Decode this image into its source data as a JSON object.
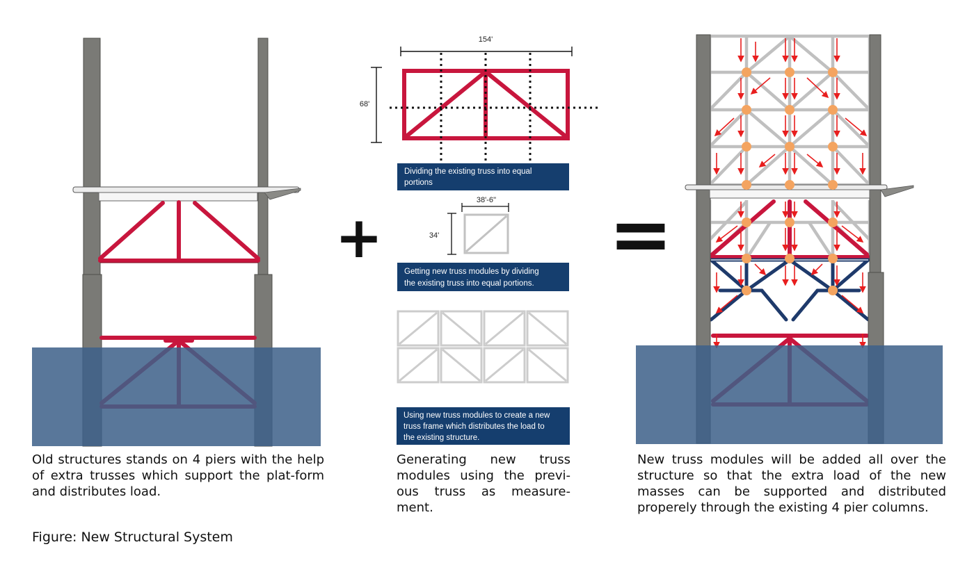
{
  "figure_title": "Figure: New Structural System",
  "captions": {
    "left": "Old structures stands on 4 piers with the help of extra trusses which support the plat-form and distributes load.",
    "middle": "Generating new truss modules using the previ-ous truss as measure-ment.",
    "right": "New truss modules will be added all over the structure so that the extra load of the new masses can be supported and distributed properely through the existing 4 pier columns."
  },
  "operators": {
    "plus": "+",
    "equals": "="
  },
  "dimensions": {
    "truss_width": "154'",
    "truss_height": "68'",
    "module_width": "38'-6''",
    "module_height": "34'"
  },
  "steps": [
    {
      "line1": "Dividing the existing truss into equal",
      "line2": "portions"
    },
    {
      "line1": "Getting new truss modules by dividing",
      "line2": "the existing truss into equal portions."
    },
    {
      "line1": "Using new truss modules to create a new",
      "line2": "truss frame which distributes the load to",
      "line3": "the existing structure."
    }
  ],
  "colors": {
    "water": "#3e6189",
    "pier": "#7a7a76",
    "old_truss": "#c8163d",
    "new_truss": "#1e3a6b",
    "grey_truss": "#c8c8c8",
    "load_arrow": "#e81e1e",
    "node": "#f4a460",
    "label_box": "#153e6e"
  }
}
